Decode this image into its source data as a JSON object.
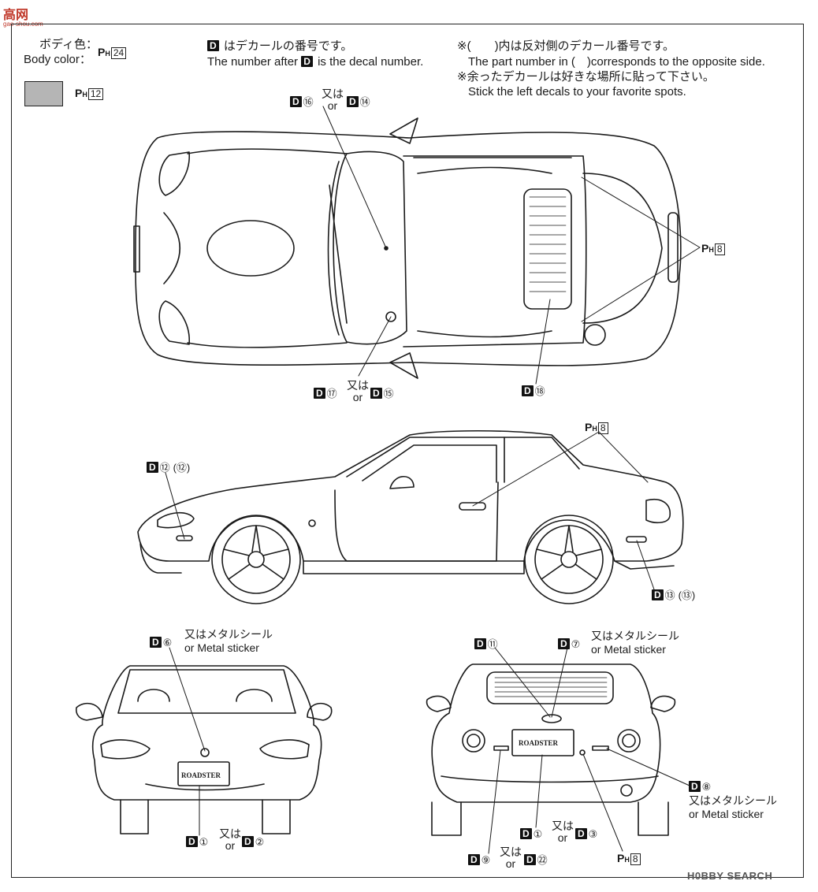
{
  "watermark_top": {
    "text": "高网",
    "sub": "gao-shou.com"
  },
  "watermark_bottom": "H0BBY SEARCH",
  "legend": {
    "body_color_jp": "ボディ色：",
    "body_color_en": "Body color：",
    "body_ph": "24",
    "swatch_ph": "12",
    "swatch_color": "#b5b5b5",
    "decal_note_jp": "はデカールの番号です。",
    "decal_note_en_pre": "The number after",
    "decal_note_en_post": "is the decal number.",
    "opp_note_jp": "※(　　)内は反対側のデカール番号です。",
    "opp_note_en": "The part number in (　)corresponds to the opposite side.",
    "left_note_jp": "※余ったデカールは好きな場所に貼って下さい。",
    "left_note_en": "Stick the left decals to your favorite spots."
  },
  "labels": {
    "d_letter": "D",
    "ph_letter": "P",
    "ph_sub": "H",
    "or_jp": "又は",
    "or_en": "or",
    "metal_jp": "又はメタルシール",
    "metal_en": "or Metal sticker",
    "top_d16": "⑯",
    "top_d14": "⑭",
    "top_d17": "⑰",
    "top_d15": "⑮",
    "top_d18": "⑱",
    "top_ph8": "8",
    "side_ph8": "8",
    "side_d12": "⑫",
    "side_d12b": "(⑫)",
    "side_d13": "⑬",
    "side_d13b": "(⑬)",
    "front_d6": "⑥",
    "front_d1": "①",
    "front_d2": "②",
    "rear_d11": "⑪",
    "rear_d7": "⑦",
    "rear_d8": "⑧",
    "rear_d1": "①",
    "rear_d3": "③",
    "rear_d9": "⑨",
    "rear_d22": "㉒",
    "rear_ph8": "8",
    "plate_text": "ROADSTER"
  }
}
